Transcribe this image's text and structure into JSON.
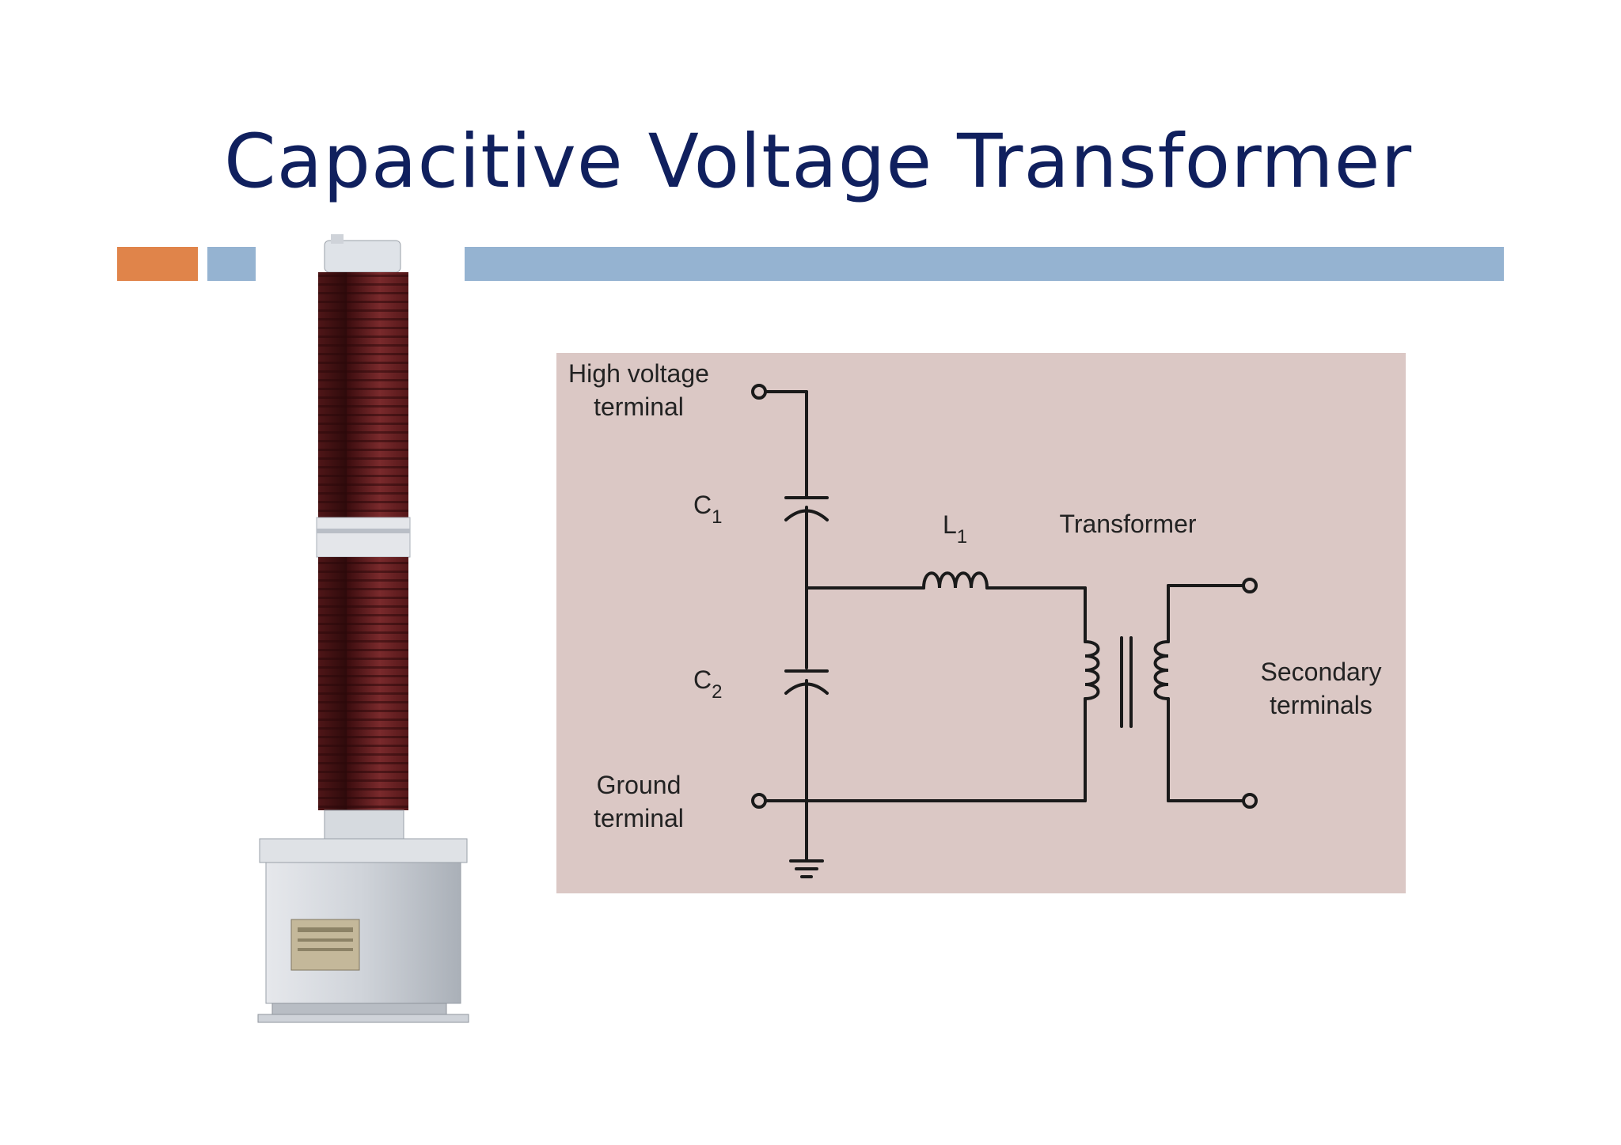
{
  "slide": {
    "title": "Capacitive Voltage Transformer"
  },
  "diagram": {
    "labels": {
      "high_voltage_line1": "High voltage",
      "high_voltage_line2": "terminal",
      "c1": "C",
      "c1_sub": "1",
      "c2": "C",
      "c2_sub": "2",
      "l1": "L",
      "l1_sub": "1",
      "transformer": "Transformer",
      "secondary_line1": "Secondary",
      "secondary_line2": "terminals",
      "ground_line1": "Ground",
      "ground_line2": "terminal"
    }
  },
  "colors": {
    "title": "#10205e",
    "accent_orange": "#e0844a",
    "accent_blue": "#95b3d1",
    "diagram_bg": "#dbc8c5",
    "porcelain": "#5a1a1c",
    "base_metal": "#c9cdd4"
  }
}
